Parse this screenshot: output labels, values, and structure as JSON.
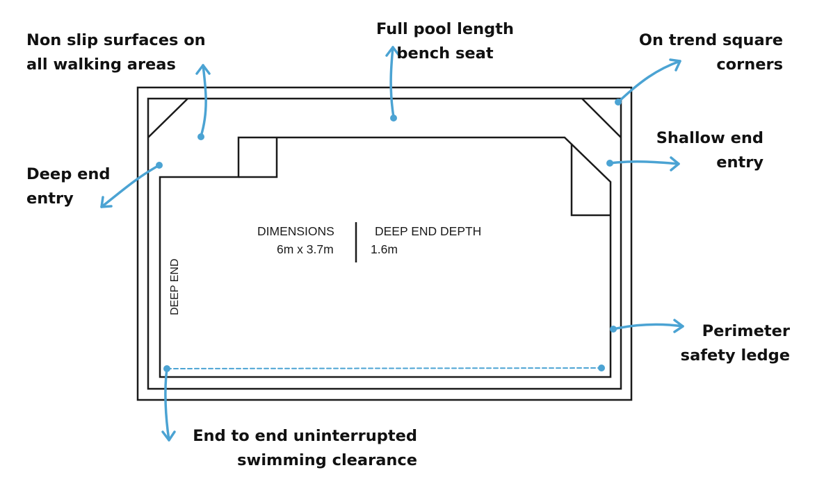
{
  "callouts": {
    "non_slip": [
      "Non slip surfaces on",
      "all walking areas"
    ],
    "bench_seat": [
      "Full pool length",
      "bench seat"
    ],
    "square_corners": [
      "On trend square",
      "corners"
    ],
    "shallow_entry": [
      "Shallow end",
      "entry"
    ],
    "deep_entry": [
      "Deep end",
      "entry"
    ],
    "safety_ledge": [
      "Perimeter",
      "safety ledge"
    ],
    "clearance": [
      "End to end uninterrupted",
      "swimming clearance"
    ]
  },
  "plan": {
    "dimensions_label": "DIMENSIONS",
    "dimensions_value": "6m x 3.7m",
    "depth_label": "DEEP END DEPTH",
    "depth_value": "1.6m",
    "deep_end_label": "DEEP END"
  },
  "colors": {
    "accent": "#4ba3d3",
    "line": "#1a1a1a",
    "text": "#111111"
  }
}
